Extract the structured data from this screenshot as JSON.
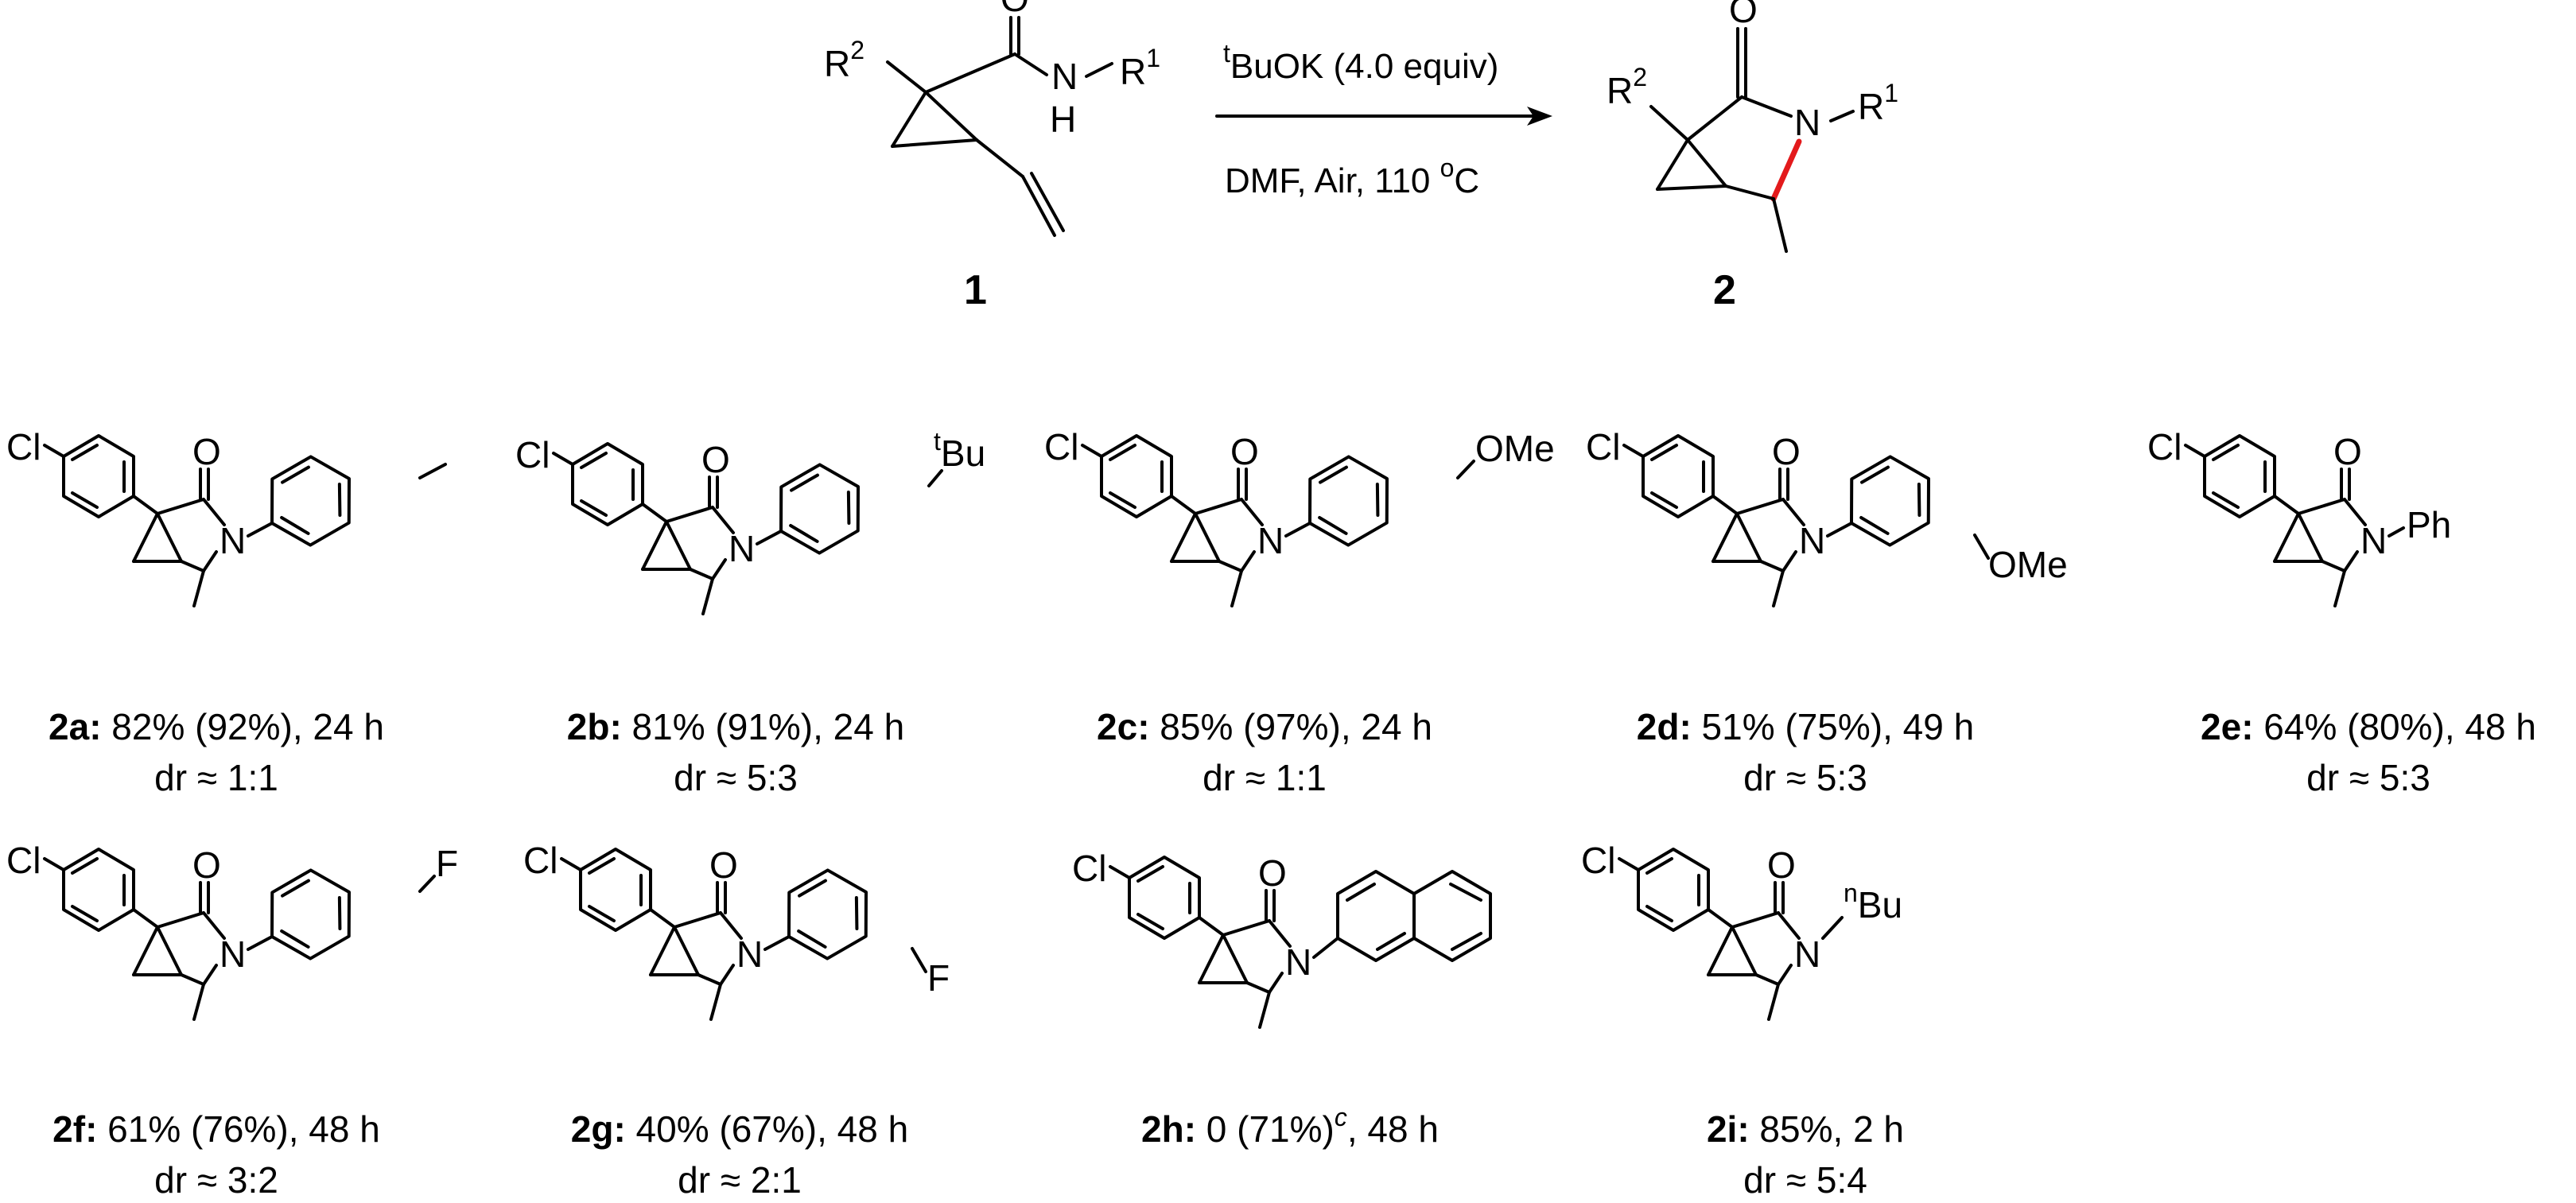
{
  "reaction": {
    "reagent_prefix": "t",
    "reagent": "BuOK (4.0 equiv)",
    "conditions": "DMF, Air, 110 ",
    "deg": "o",
    "unit": "C",
    "substrate_label": "1",
    "product_label": "2",
    "r1_prefix": "R",
    "r1_sup": "1",
    "r2_sup": "2"
  },
  "atoms": {
    "O": "O",
    "N": "N",
    "H": "H",
    "Cl": "Cl",
    "F": "F",
    "OMe": "OMe",
    "Ph": "Ph",
    "Bu": "Bu",
    "tBu_sup": "t",
    "nBu_sup": "n"
  },
  "products": [
    {
      "id": "2a",
      "id_label": "2a:",
      "yield": " 82% (92%), 24 h",
      "dr": "dr ≈ 1:1"
    },
    {
      "id": "2b",
      "id_label": "2b:",
      "yield": " 81% (91%), 24 h",
      "dr": "dr ≈ 5:3"
    },
    {
      "id": "2c",
      "id_label": "2c:",
      "yield": " 85% (97%), 24 h",
      "dr": "dr ≈ 1:1"
    },
    {
      "id": "2d",
      "id_label": "2d:",
      "yield": " 51% (75%), 49 h",
      "dr": "dr ≈ 5:3"
    },
    {
      "id": "2e",
      "id_label": "2e:",
      "yield": " 64% (80%), 48 h",
      "dr": "dr ≈ 5:3"
    },
    {
      "id": "2f",
      "id_label": "2f:",
      "yield": " 61% (76%), 48 h",
      "dr": "dr ≈ 3:2"
    },
    {
      "id": "2g",
      "id_label": "2g:",
      "yield": " 40% (67%), 48 h",
      "dr": "dr ≈ 2:1"
    },
    {
      "id": "2h",
      "id_label": "2h:",
      "yield": " 0 (71%)",
      "yield_sup": "c",
      "yield_tail": ", 48 h",
      "dr": ""
    },
    {
      "id": "2i",
      "id_label": "2i:",
      "yield": " 85%, 2 h",
      "dr": "dr ≈ 5:4"
    }
  ],
  "colors": {
    "ink": "#000000",
    "new_bond": "#e31a1c",
    "background": "#ffffff"
  }
}
